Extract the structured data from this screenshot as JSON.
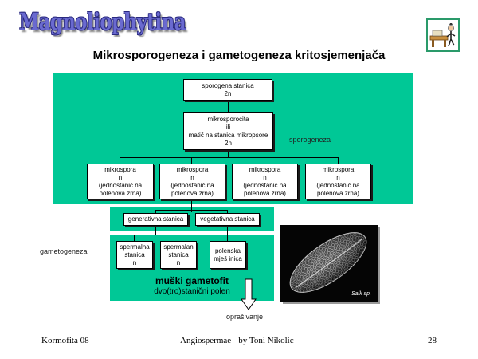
{
  "slide": {
    "title": "Magnoliophytina",
    "subtitle": "Mikrosporogeneza i gametogeneza kritosjemenjača"
  },
  "diagram": {
    "sporogena": [
      "sporogena stanica",
      "2n"
    ],
    "mikrosporocita": [
      "mikrosporocita",
      "ili",
      "matič na stanica mikropsore",
      "2n"
    ],
    "mikrospore": [
      [
        "mikrospora",
        "n",
        "(jednostanič na",
        "polenova zrna)"
      ],
      [
        "mikrospora",
        "n",
        "(jednostanič na",
        "polenova zrna)"
      ],
      [
        "mikrospora",
        "n",
        "(jednostanič na",
        "polenova zrna)"
      ],
      [
        "mikrospora",
        "n",
        "(jednostanič na",
        "polenova zrna)"
      ]
    ],
    "generativna": "generativna stanica",
    "vegetativna": "vegetativna stanica",
    "spermalna_1": [
      "spermalna",
      "stanica",
      "n"
    ],
    "spermalna_2": [
      "spermalan",
      "stanica",
      "n"
    ],
    "polenska": [
      "polenska",
      "mješ inica"
    ],
    "label_sporogeneza": "sporogeneza",
    "label_gametogeneza": "gametogeneza",
    "gametofit_title": "muški gametofit",
    "gametofit_sub": "dvo(tro)stanični polen",
    "oprasivanje": "oprašivanje",
    "photo_credit": "Salk sp."
  },
  "footer": {
    "left": "Kormofita 08",
    "center": "Angiospermae - by Toni Nikolic",
    "page": "28"
  },
  "colors": {
    "panel": "#00c896",
    "title": "#6a6ad0",
    "icon_border": "#2a9a6a"
  }
}
